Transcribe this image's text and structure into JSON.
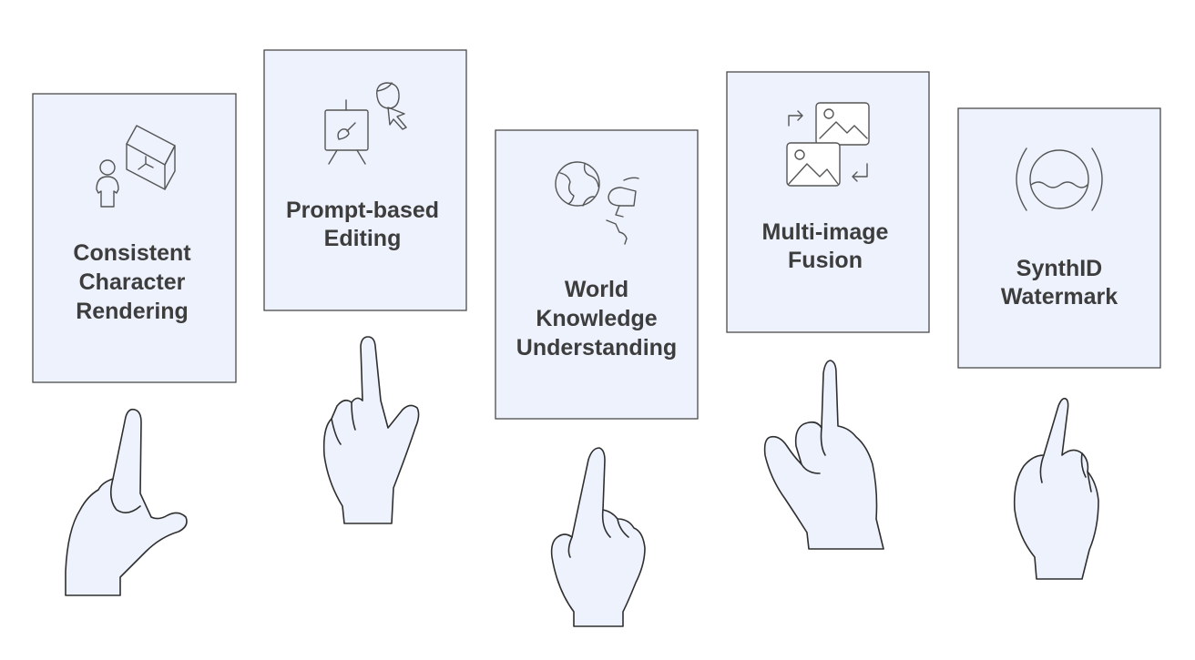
{
  "colors": {
    "card_fill": "#edf2fd",
    "card_stroke": "#4a4a4a",
    "text": "#3d3d3d",
    "icon_stroke": "#555555"
  },
  "cards": [
    {
      "icon": "character-cube-icon",
      "lines": [
        "Consistent",
        "Character",
        "Rendering"
      ]
    },
    {
      "icon": "easel-cursor-icon",
      "lines": [
        "Prompt-based",
        "Editing"
      ]
    },
    {
      "icon": "globe-head-icon",
      "lines": [
        "World",
        "Knowledge",
        "Understanding"
      ]
    },
    {
      "icon": "image-fusion-icon",
      "lines": [
        "Multi-image",
        "Fusion"
      ]
    },
    {
      "icon": "watermark-circle-icon",
      "lines": [
        "SynthID",
        "Watermark"
      ]
    }
  ]
}
